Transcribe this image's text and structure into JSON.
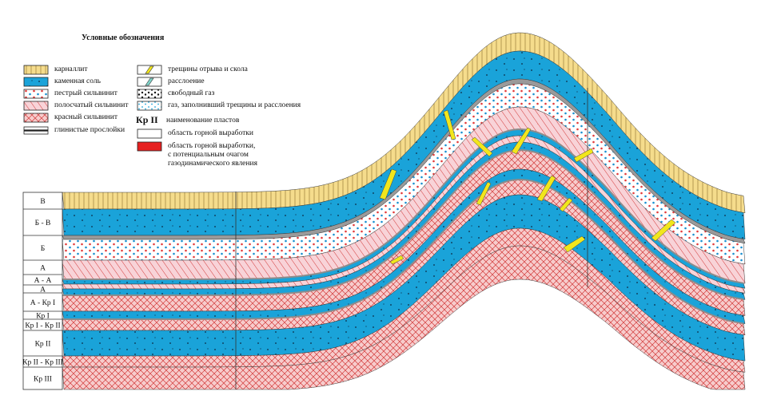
{
  "legend": {
    "title": "Условные обозначения",
    "left_items": [
      {
        "key": "carnallite",
        "label": "карналлит"
      },
      {
        "key": "rock_salt",
        "label": "каменная соль"
      },
      {
        "key": "mottled_sylvinite",
        "label": "пестрый сильвинит"
      },
      {
        "key": "banded_sylvinite",
        "label": "полосчатый сильвинит"
      },
      {
        "key": "red_sylvinite",
        "label": "красный сильвинит"
      },
      {
        "key": "clay_interlayers",
        "label": "глинистые прослойки"
      }
    ],
    "right_items": [
      {
        "key": "cracks",
        "label": "трещины отрыва и скола"
      },
      {
        "key": "delamination",
        "label": "расслоение"
      },
      {
        "key": "free_gas",
        "label": "свободный газ"
      },
      {
        "key": "gas_in_cracks",
        "label": "газ, заполнивший трещины и расслоения"
      },
      {
        "key": "bed_names",
        "code": "Кр II",
        "label": "наименование пластов"
      },
      {
        "key": "workings",
        "label": "область горной выработки"
      },
      {
        "key": "workings_gas",
        "label": "область горной выработки,\nс потенциальным очагом\nгазодинамического явления"
      }
    ]
  },
  "column_labels": [
    "В",
    "Б - В",
    "Б",
    "А",
    "А - А",
    "А",
    "А - Кр I",
    "Кр I",
    "Кр I - Кр II",
    "Кр II",
    "Кр II - Кр III",
    "Кр III"
  ],
  "colors": {
    "carnallite": "#f5dc8c",
    "rock_salt": "#1aa3d9",
    "banded_sylvinite": "#f7c4cc",
    "red_sylvinite": "#f6c3c5",
    "red_hatch": "#d23a3a",
    "clay": "#9a9a9a",
    "crack": "#f2e61c",
    "delamination": "#7fd3c8",
    "workings_gas": "#e62020"
  }
}
